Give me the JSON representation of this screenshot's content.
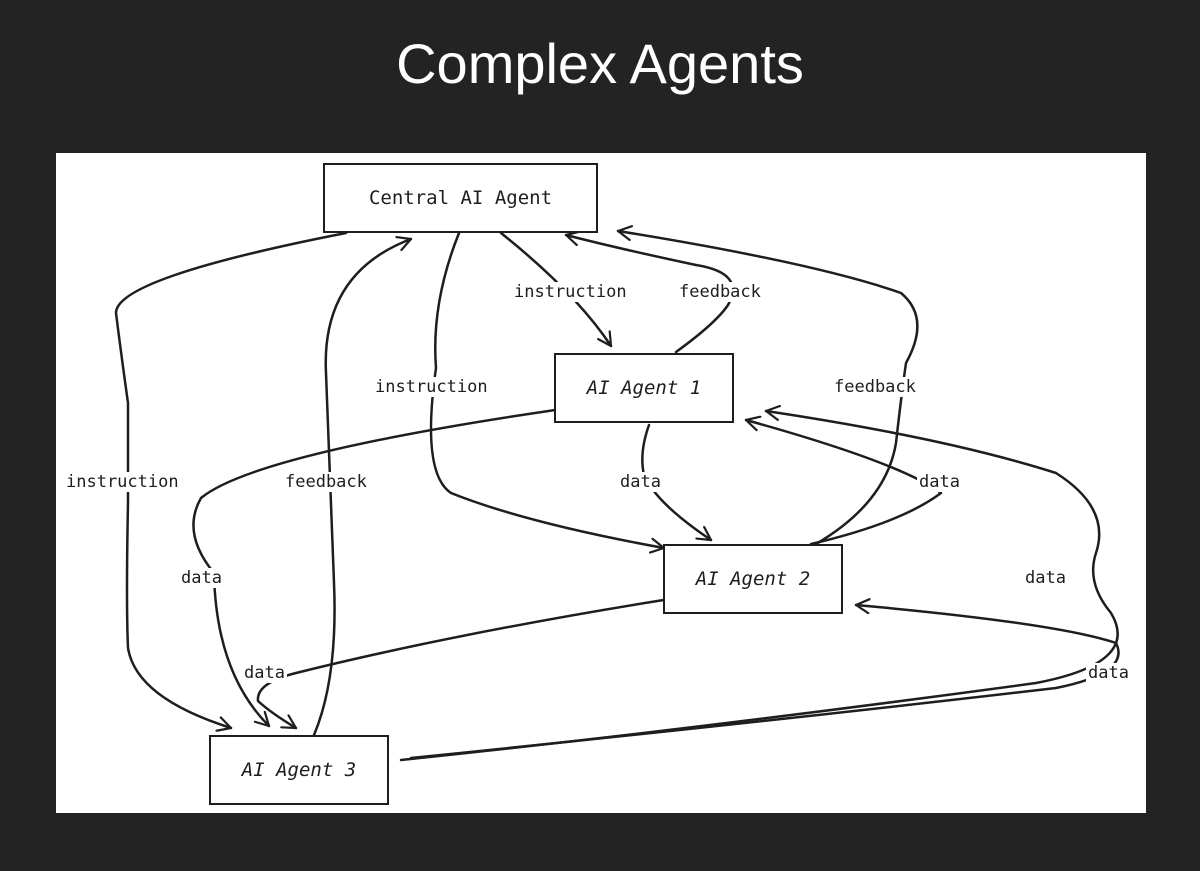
{
  "title": "Complex Agents",
  "nodes": {
    "central": "Central AI Agent",
    "agent1": "AI Agent 1",
    "agent2": "AI Agent 2",
    "agent3": "AI Agent 3"
  },
  "edge_labels": {
    "instruction_central_to_agent1": "instruction",
    "feedback_agent1_to_central": "feedback",
    "instruction_central_to_agent2": "instruction",
    "feedback_agent2_to_central": "feedback",
    "instruction_central_to_agent3": "instruction",
    "feedback_agent3_to_central": "feedback",
    "data_agent1_to_agent2": "data",
    "data_agent2_to_agent1": "data",
    "data_agent1_to_agent3": "data",
    "data_agent2_to_agent3": "data",
    "data_agent3_to_agent1": "data",
    "data_agent3_to_agent2": "data"
  },
  "colors": {
    "background": "#232323",
    "canvas": "#ffffff",
    "ink": "#1e1e1e",
    "title": "#ffffff"
  }
}
